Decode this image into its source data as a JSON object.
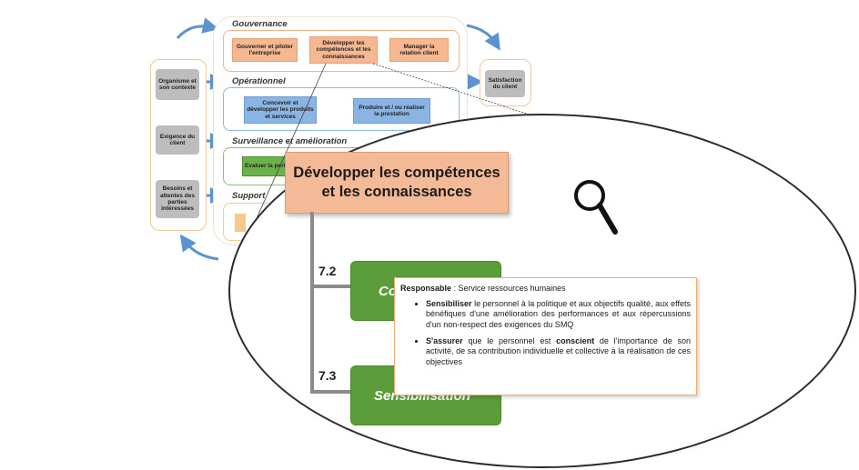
{
  "map": {
    "left_inputs": [
      "Organisme et son contexte",
      "Exigence du client",
      "Besoins et attentes des parties intéressées"
    ],
    "right_output": "Satisfaction du client",
    "sections": {
      "gouvernance": "Gouvernance",
      "operationnel": "Opérationnel",
      "surveillance": "Surveillance et amélioration",
      "support": "Support"
    },
    "gouvernance_processes": [
      "Gouverner et piloter l'entreprise",
      "Développer les compétences et les connaissances",
      "Manager la relation client"
    ],
    "operationnel_processes": [
      "Concevoir et développer les produits et services",
      "Produire et / ou réaliser la prestation"
    ],
    "surveillance_process": "Evaluer la perfor..."
  },
  "zoom": {
    "title": "Développer les compétences et les connaissances",
    "items": [
      {
        "number": "7.2",
        "label": "Co..."
      },
      {
        "number": "7.3",
        "label": "Sensibilisation"
      }
    ]
  },
  "callout": {
    "responsable_label": "Responsable",
    "responsable_sep": " : ",
    "responsable_value": "Service ressources humaines",
    "bullet1_bold": "Sensibiliser",
    "bullet1_text": " le personnel à la politique et aux objectifs qualité, aux effets bénéfiques d'une amélioration des performances et aux répercussions d'un non-respect des exigences du SMQ",
    "bullet2_bold1": "S'assurer",
    "bullet2_text1": " que le personnel est ",
    "bullet2_bold2": "conscient",
    "bullet2_text2": " de l'importance de son activité, de sa contribution individuelle et collective à la réalisation de ces objectives"
  },
  "colors": {
    "orange_box": "#f6b893",
    "blue_box": "#8ab4e3",
    "green_box": "#5b9d3a",
    "arrow_blue": "#5a93cf",
    "callout_border": "#f0ad6f"
  },
  "icons": [
    "magnifier-icon",
    "curved-arrow-icon"
  ]
}
